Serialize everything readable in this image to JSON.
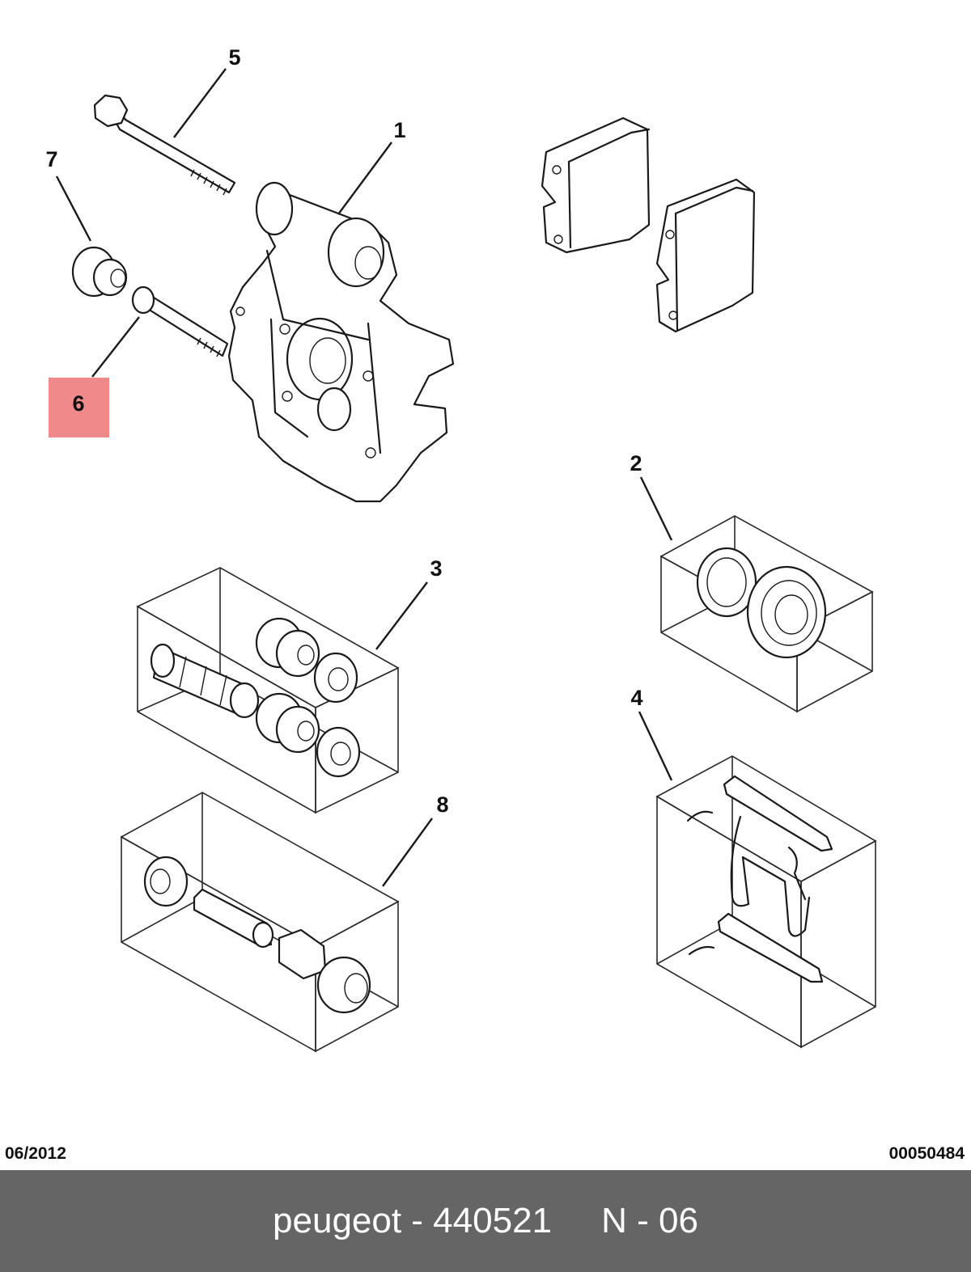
{
  "callouts": {
    "c1": "1",
    "c2": "2",
    "c3": "3",
    "c4": "4",
    "c5": "5",
    "c6": "6",
    "c7": "7",
    "c8": "8"
  },
  "highlight_color": "#f08a8a",
  "date": "06/2012",
  "doc_number": "00050484",
  "footer": "peugeot - 440521     N - 06",
  "footer_bg": "#656565"
}
